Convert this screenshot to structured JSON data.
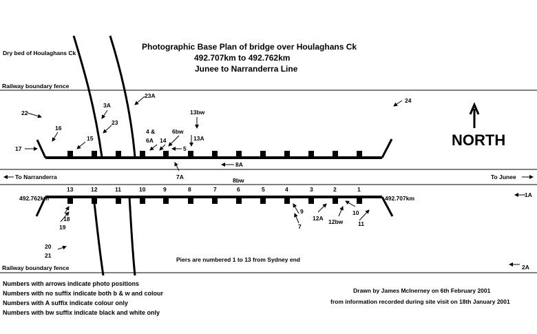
{
  "title": {
    "line1": "Photographic Base Plan of bridge over Houlaghans Ck",
    "line2": "492.707km to 492.762km",
    "line3": "Junee to Narranderra Line"
  },
  "labels": {
    "dry_bed": "Dry bed of Houlaghans Ck",
    "fence_top": "Railway boundary fence",
    "fence_bottom": "Railway boundary fence",
    "to_narranderra": "To Narranderra",
    "to_junee": "To Junee",
    "km_left": "492.762km",
    "km_right": "492.707km",
    "north": "NORTH",
    "piers_note": "Piers are numbered 1 to 13 from Sydney end"
  },
  "pier_numbers": [
    "13",
    "12",
    "11",
    "10",
    "9",
    "8",
    "7",
    "6",
    "5",
    "4",
    "3",
    "2",
    "1"
  ],
  "photo_positions": {
    "p22": "22",
    "p16": "16",
    "p17": "17",
    "p15": "15",
    "p3A": "3A",
    "p23": "23",
    "p23A": "23A",
    "p4": "4 &",
    "p6A": "6A",
    "p14": "14",
    "p6bw": "6bw",
    "p5": "5",
    "p13bw": "13bw",
    "p13A": "13A",
    "p24": "24",
    "p8A": "8A",
    "p7A": "7A",
    "p8bw": "8bw",
    "p1A": "1A",
    "p18": "18",
    "p19": "19",
    "p20": "20",
    "p21": "21",
    "p9": "9",
    "p7": "7",
    "p12A": "12A",
    "p12bw": "12bw",
    "p10": "10",
    "p11": "11",
    "p2A": "2A"
  },
  "legend": [
    "Numbers with arrows indicate photo positions",
    "Numbers with no suffix indicate both b & w and colour",
    "Numbers with A suffix indicate colour only",
    "Numbers with bw suffix indicate black and white only"
  ],
  "credits": {
    "line1": "Drawn by James McInerney on 6th February 2001",
    "line2": "from information recorded during site visit on 18th January 2001"
  }
}
